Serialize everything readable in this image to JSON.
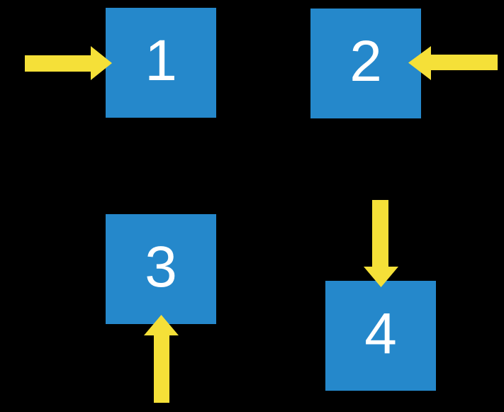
{
  "canvas": {
    "description": "Four numbered blue squares on a black background, each pointed at by a yellow block arrow from a different direction"
  },
  "colors": {
    "background": "#000000",
    "square": "#2588CB",
    "arrow": "#F5E038",
    "number": "#FFFFFF"
  },
  "squares": [
    {
      "label": "1",
      "arrow": {
        "icon": "arrow-right-icon",
        "direction": "right",
        "points_from": "left"
      }
    },
    {
      "label": "2",
      "arrow": {
        "icon": "arrow-left-icon",
        "direction": "left",
        "points_from": "right"
      }
    },
    {
      "label": "3",
      "arrow": {
        "icon": "arrow-up-icon",
        "direction": "up",
        "points_from": "below"
      }
    },
    {
      "label": "4",
      "arrow": {
        "icon": "arrow-down-icon",
        "direction": "down",
        "points_from": "above"
      }
    }
  ]
}
